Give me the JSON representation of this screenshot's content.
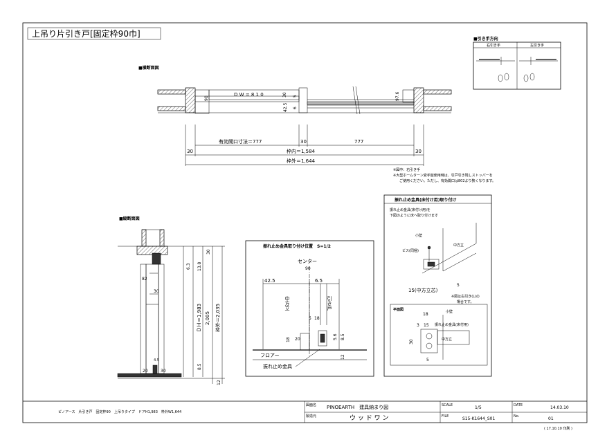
{
  "title": "上吊り片引き戸[固定枠90巾]",
  "pull_direction": {
    "heading": "■引き手方向",
    "left_label": "右引き手",
    "right_label": "左引き手"
  },
  "plan_section": {
    "heading": "■横断面図",
    "dw": "D W = 8 1 0",
    "dim_30a": "30",
    "dim_5": "5",
    "dim_6": "6",
    "dim_425": "42.5",
    "dim_90": "90",
    "dim_976": "97.6",
    "opening": "有効開口寸法＝777",
    "dim_777": "777",
    "dim_30b": "30",
    "dim_30c": "30",
    "dim_30d": "30",
    "inner": "枠内＝1,584",
    "outer": "枠外＝1,644"
  },
  "notes": {
    "line1": "※図中：右引き手",
    "line2": "※大型ホームターン受手錠使用時は、引戸引き残しストッパーを",
    "line3": "ご使用ください。ただし、有効開口は802より狭くなります。"
  },
  "vertical_section": {
    "heading": "■縦断面図",
    "dh": "ＤＨ＝1,983",
    "dim_2005": "2,005",
    "outer_h": "枠外＝2,035",
    "dim_30": "30",
    "dim_82": "82",
    "dim_30b": "30",
    "dim_63": "6.3",
    "dim_138": "13.8",
    "dim_45": "4.5",
    "dim_85": "8.5",
    "dim_20": "20",
    "dim_12": "12"
  },
  "bracket_position": {
    "heading": "振れ止め金具取り付け位置　S=1/2",
    "center": "センター",
    "dim_90": "90",
    "dim_425": "42.5",
    "dim_65": "6.5",
    "middle_post": "中方立",
    "door": "引き戸",
    "dim_5": "5",
    "dim_18": "18",
    "dim_20": "20",
    "dim_18b": "18",
    "dim_56": "5.6",
    "dim_85": "8.5",
    "dim_12": "12",
    "floor": "フロアー",
    "bracket": "振れ止め金具"
  },
  "bracket_install": {
    "heading": "振れ止め金具(床付け用)取り付け",
    "desc1": "振れ止め金具(床付け用)を",
    "desc2": "下図のように床へ取り付けます",
    "wall": "小壁",
    "middle_post": "中方立",
    "screw": "ビス(同梱)",
    "dim_15": "15(中方立芯)",
    "dim_5": "5",
    "note1": "※図は右引き(L)の",
    "note2": "場合です。",
    "plan_heading": "平面図",
    "dim_18": "18",
    "wall2": "小壁",
    "dim_3": "3",
    "dim_15b": "15",
    "bracket_label": "振れ止め金具(床付用)",
    "dim_30": "30",
    "middle_post2": "中方立",
    "dim_5b": "5"
  },
  "title_block": {
    "description": "ピノアース　片引き戸　固定枠90　上吊りタイプ　ドアH1,983　枠外W1,644",
    "name_label": "図面名",
    "name_value": "PINOEARTH　建具納まり図",
    "maker_label": "製造元",
    "maker_value": "ウ ッ ド ワ ン",
    "scale_label": "SCALE",
    "scale_value": "1/5",
    "file_label": "FILE",
    "file_value": "S15-K1644_S01",
    "date_label": "DATE",
    "date_value": "14.03.10",
    "no_label": "No.",
    "no_value": "01",
    "print": "( 17.10.10 印刷 )"
  }
}
